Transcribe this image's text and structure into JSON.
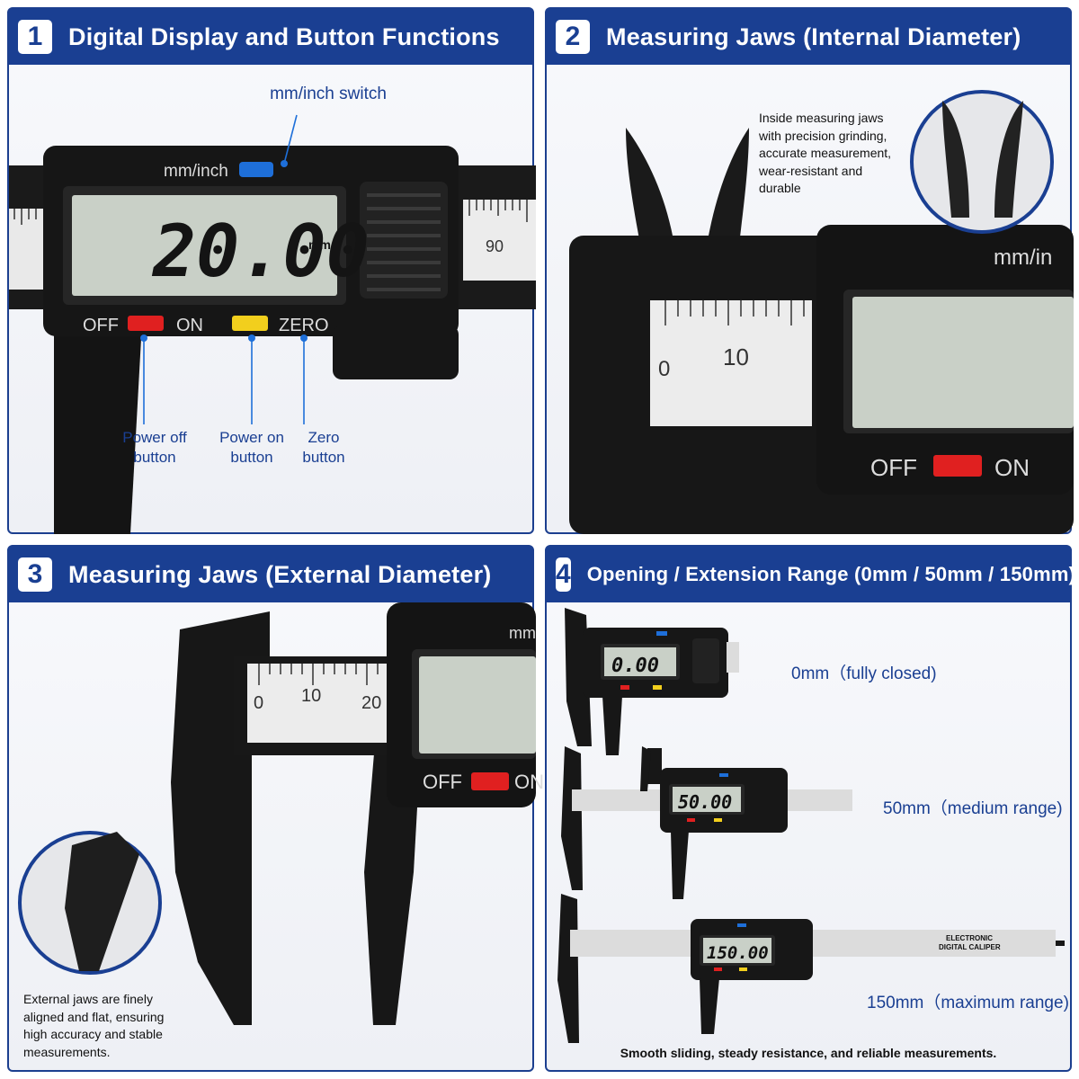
{
  "panels": [
    {
      "number": "1",
      "title": "Digital Display and Button Functions",
      "switch_label": "mm/inch switch",
      "caliper": {
        "unit_label": "mm/inch",
        "reading": "20.00",
        "unit": "mm",
        "off": "OFF",
        "on": "ON",
        "zero": "ZERO",
        "scale_90": "90"
      },
      "callouts": [
        {
          "text": "Power off\nbutton"
        },
        {
          "text": "Power on\nbutton"
        },
        {
          "text": "Zero\nbutton"
        }
      ]
    },
    {
      "number": "2",
      "title": "Measuring Jaws (Internal Diameter)",
      "note": "Inside measuring jaws\nwith precision grinding,\naccurate measurement,\nwear-resistant and\ndurable",
      "caliper": {
        "unit_label": "mm/in",
        "scale_0": "0",
        "scale_10": "10",
        "off": "OFF",
        "on": "ON"
      }
    },
    {
      "number": "3",
      "title": "Measuring Jaws (External Diameter)",
      "note": "External jaws are finely\naligned and flat, ensuring\nhigh accuracy and stable\nmeasurements.",
      "caliper": {
        "unit_label": "mm",
        "scale_0": "0",
        "scale_10": "10",
        "scale_20": "20",
        "off": "OFF",
        "on": "ON"
      }
    },
    {
      "number": "4",
      "title": "Opening / Extension Range (0mm / 50mm / 150mm)",
      "ranges": [
        {
          "label": "0mm（fully closed)",
          "reading": "0.00"
        },
        {
          "label": "50mm（medium range)",
          "reading": "50.00"
        },
        {
          "label": "150mm（maximum range)",
          "reading": "150.00"
        }
      ],
      "brand_line1": "ELECTRONIC",
      "brand_line2": "DIGITAL CALIPER",
      "footer": "Smooth sliding, steady resistance, and reliable measurements."
    }
  ],
  "colors": {
    "header_blue": "#1a3f92",
    "accent_blue": "#1e6fd9",
    "off_red": "#e02020",
    "on_yellow": "#f2cf1d",
    "body_black": "#141414",
    "lcd": "#c9d0c7"
  }
}
